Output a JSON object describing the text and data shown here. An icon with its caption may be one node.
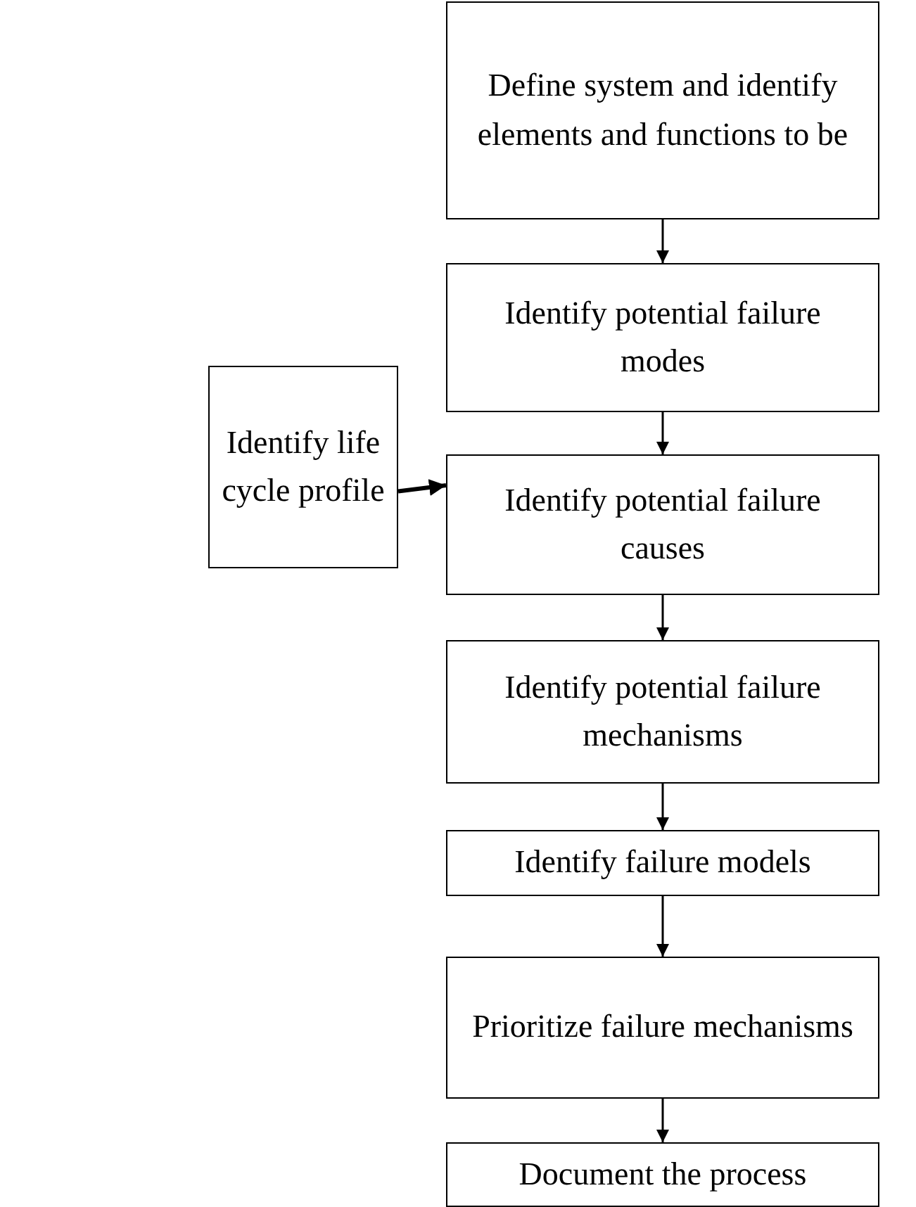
{
  "diagram": {
    "nodes": [
      {
        "text": [
          "Define system and identify elements and functions to be"
        ]
      },
      {
        "text": [
          "Identify potential failure modes"
        ]
      },
      {
        "text": [
          "Identify potential failure causes"
        ]
      },
      {
        "text": [
          "Identify potential failure mechanisms"
        ]
      },
      {
        "text": [
          "Identify failure models"
        ]
      },
      {
        "text": [
          "Prioritize failure mechanisms"
        ]
      },
      {
        "text": [
          "Document the process"
        ]
      },
      {
        "text": [
          "Identify life cycle profile"
        ]
      }
    ],
    "edges": [
      {
        "from": 0,
        "to": 1,
        "arrow": "to"
      },
      {
        "from": 1,
        "to": 2,
        "arrow": "to"
      },
      {
        "from": 2,
        "to": 3,
        "arrow": "to"
      },
      {
        "from": 3,
        "to": 4,
        "arrow": "to"
      },
      {
        "from": 4,
        "to": 5,
        "arrow": "to"
      },
      {
        "from": 5,
        "to": 6,
        "arrow": "to"
      },
      {
        "from": 7,
        "to": 2,
        "arrow": "to",
        "style": "thick"
      }
    ]
  }
}
